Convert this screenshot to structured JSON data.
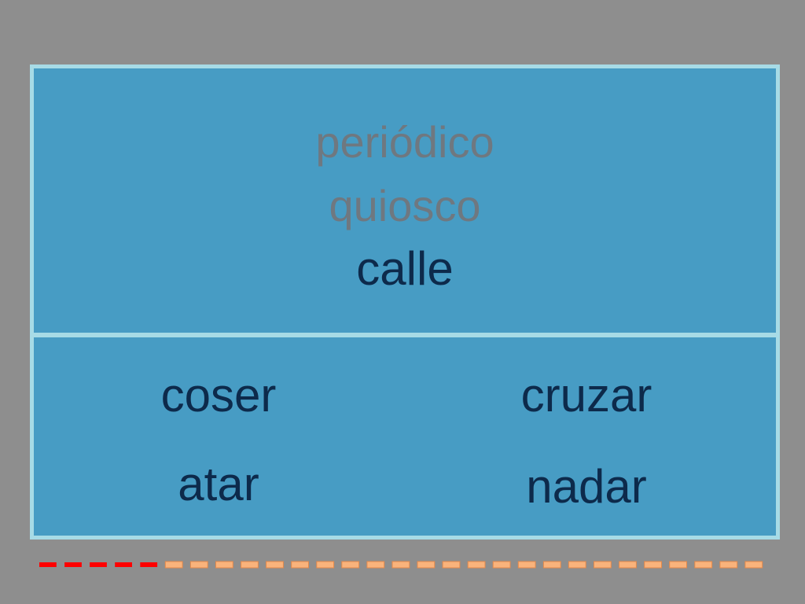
{
  "prompt": {
    "clues": [
      "periódico",
      "quiosco"
    ],
    "answer": "calle"
  },
  "options": [
    {
      "label": "coser"
    },
    {
      "label": "cruzar"
    },
    {
      "label": "atar"
    },
    {
      "label": "nadar"
    }
  ],
  "timer": {
    "segments_total": 29,
    "segments_elapsed": 5,
    "elapsed_color": "#ff0000",
    "remaining_color": "#f9b37c"
  }
}
